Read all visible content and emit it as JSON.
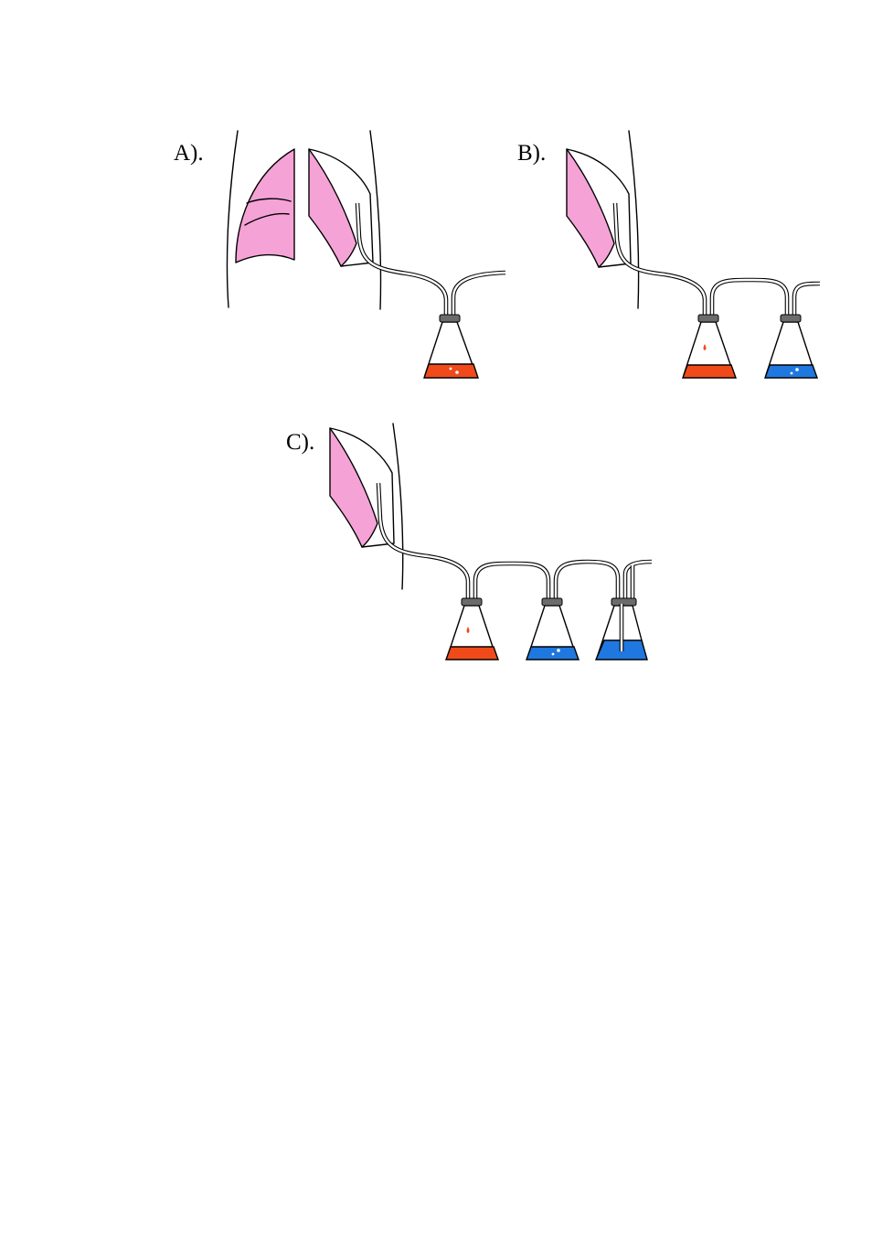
{
  "panels": [
    {
      "id": "A",
      "label": "A)."
    },
    {
      "id": "B",
      "label": "B)."
    },
    {
      "id": "C",
      "label": "C)."
    }
  ],
  "colors": {
    "lung": "#f5a3d6",
    "water_seal_fluid": "#f04a1a",
    "trap_fluid": "#1e78e0",
    "glass": "#ffffff",
    "tubing": "#ffffff",
    "stopper": "#6b6b6b",
    "outline": "#000000"
  },
  "icons": {
    "lung": "lung-icon",
    "flask": "erlenmeyer-flask-icon",
    "tube": "drainage-tube-icon"
  },
  "panel_contents": {
    "A": {
      "lungs": 2,
      "bottles": [
        "water_seal_fluid"
      ]
    },
    "B": {
      "lungs": 1,
      "bottles": [
        "water_seal_fluid",
        "trap_fluid"
      ]
    },
    "C": {
      "lungs": 1,
      "bottles": [
        "water_seal_fluid",
        "trap_fluid",
        "trap_fluid"
      ]
    }
  }
}
